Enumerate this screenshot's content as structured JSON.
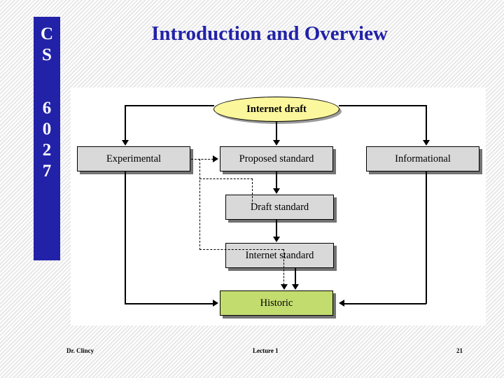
{
  "slide": {
    "title": "Introduction and Overview",
    "course_letters": "C\nS",
    "course_letters_line1": "C",
    "course_letters_line2": "S",
    "course_number_digits": [
      "6",
      "0",
      "2",
      "7"
    ],
    "accent_color": "#2222A8"
  },
  "footer": {
    "author": "Dr. Clincy",
    "center": "Lecture 1",
    "page": "21"
  },
  "diagram": {
    "nodes": [
      {
        "id": "internet-draft",
        "label": "Internet draft",
        "shape": "ellipse",
        "fill": "#FBF79C"
      },
      {
        "id": "experimental",
        "label": "Experimental",
        "shape": "box",
        "fill": "#D9D9D9"
      },
      {
        "id": "proposed-standard",
        "label": "Proposed standard",
        "shape": "box",
        "fill": "#D9D9D9"
      },
      {
        "id": "informational",
        "label": "Informational",
        "shape": "box",
        "fill": "#D9D9D9"
      },
      {
        "id": "draft-standard",
        "label": "Draft standard",
        "shape": "box",
        "fill": "#D9D9D9"
      },
      {
        "id": "internet-standard",
        "label": "Internet standard",
        "shape": "box",
        "fill": "#D9D9D9"
      },
      {
        "id": "historic",
        "label": "Historic",
        "shape": "box",
        "fill": "#C3DC6E"
      }
    ],
    "edges": [
      {
        "from": "internet-draft",
        "to": "experimental",
        "style": "solid"
      },
      {
        "from": "internet-draft",
        "to": "proposed-standard",
        "style": "solid"
      },
      {
        "from": "internet-draft",
        "to": "informational",
        "style": "solid"
      },
      {
        "from": "experimental",
        "to": "proposed-standard",
        "style": "dashed"
      },
      {
        "from": "proposed-standard",
        "to": "draft-standard",
        "style": "solid"
      },
      {
        "from": "draft-standard",
        "to": "internet-standard",
        "style": "solid"
      },
      {
        "from": "draft-standard",
        "to": "historic",
        "style": "dashed"
      },
      {
        "from": "internet-standard",
        "to": "historic",
        "style": "solid"
      },
      {
        "from": "experimental",
        "to": "historic",
        "style": "solid"
      },
      {
        "from": "informational",
        "to": "historic",
        "style": "solid"
      }
    ]
  }
}
